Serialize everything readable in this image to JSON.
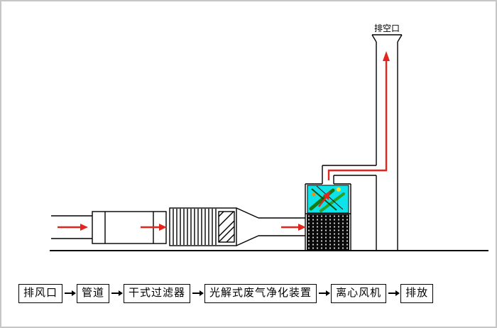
{
  "stack": {
    "outlet_label": "排空口"
  },
  "flow": {
    "steps": [
      "排风口",
      "管道",
      "干式过滤器",
      "光解式废气净化装置",
      "离心风机",
      "排放"
    ]
  },
  "icons": {
    "flow_arrow": "→",
    "up_arrow": "↑"
  },
  "colors": {
    "line": "#000000",
    "arrow": "#e3261d",
    "lamp": "#0fe3ea",
    "carbon": "#0a0a0a"
  }
}
